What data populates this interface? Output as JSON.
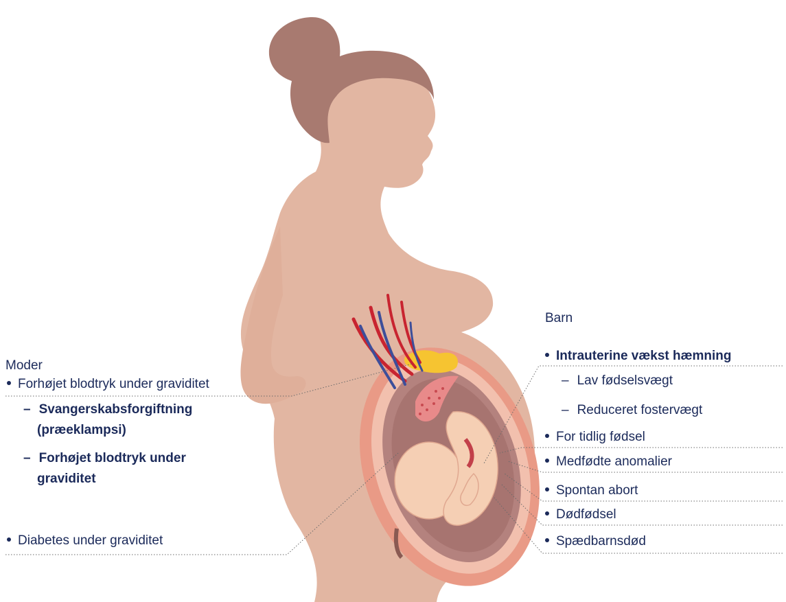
{
  "colors": {
    "skin": "#e2b6a2",
    "hair": "#a87a70",
    "uterus_outer": "#e99a86",
    "uterus_inner": "#f2c0ae",
    "amniotic": "#b4827e",
    "fetus": "#f5cfb4",
    "placenta": "#e88a8a",
    "artery": "#c82430",
    "vein": "#3d4e9a",
    "pancreas": "#f6c431",
    "text": "#1b2a5a",
    "leader_line": "#6a6a6a"
  },
  "mother": {
    "heading": "Moder",
    "items": [
      {
        "label": "Forhøjet blodtryk under graviditet"
      },
      {
        "label": "Svangerskabsforgiftning",
        "label2": "(præeklampsi)"
      },
      {
        "label": "Forhøjet blodtryk under",
        "label2": "graviditet"
      },
      {
        "label": "Diabetes under graviditet"
      }
    ]
  },
  "child": {
    "heading": "Barn",
    "items": [
      {
        "label": "Intrauterine vækst hæmning"
      },
      {
        "label": "Lav fødselsvægt"
      },
      {
        "label": "Reduceret fostervægt"
      },
      {
        "label": "For tidlig fødsel"
      },
      {
        "label": "Medfødte anomalier"
      },
      {
        "label": "Spontan abort"
      },
      {
        "label": "Dødfødsel"
      },
      {
        "label": "Spædbarnsdød"
      }
    ]
  }
}
